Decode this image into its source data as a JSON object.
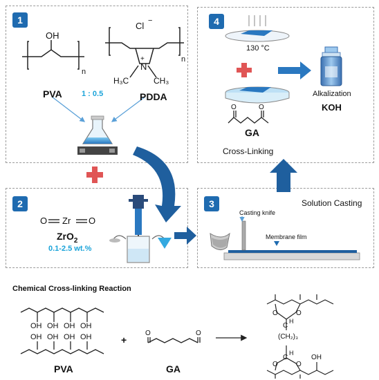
{
  "panels": {
    "p1": {
      "number": "1",
      "pva": "PVA",
      "pdda": "PDDA",
      "ratio": "1 : 0.5",
      "oh": "OH",
      "n": "n",
      "cl": "Cl",
      "minus": "−",
      "nplus": "N",
      "plus": "+",
      "h3c": "H₃C",
      "ch3": "CH₃"
    },
    "p2": {
      "number": "2",
      "zro2": "ZrO",
      "zro2_sub": "2",
      "conc": "0.1-2.5 wt.%",
      "o1": "O",
      "zr": "Zr",
      "o2": "O"
    },
    "p3": {
      "number": "3",
      "title": "Solution Casting",
      "knife": "Casting knife",
      "film": "Membrane film"
    },
    "p4": {
      "number": "4",
      "temp": "130 °C",
      "ga": "GA",
      "crosslinking": "Cross-Linking",
      "alkalization": "Alkalization",
      "koh": "KOH",
      "o_left": "O",
      "o_right": "O"
    }
  },
  "reaction": {
    "title": "Chemical Cross-linking Reaction",
    "pva_label": "PVA",
    "ga_label": "GA",
    "plus": "+",
    "oh": "OH",
    "o": "O",
    "c": "C",
    "h": "H",
    "ch2": "(CH₂)₃"
  },
  "colors": {
    "blue": "#1f6bb0",
    "cyan": "#1aa3d9",
    "red": "#e05555",
    "dash": "#9a9a9a"
  }
}
